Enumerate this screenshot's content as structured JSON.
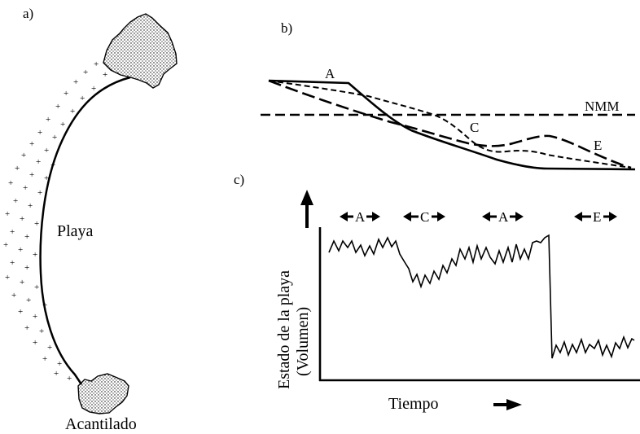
{
  "panels": {
    "a": {
      "label": "a)",
      "beach_label": "Playa",
      "cliff_label": "Acantilado"
    },
    "b": {
      "label": "b)",
      "profile_labels": [
        "A",
        "C",
        "E"
      ],
      "sea_level_label": "NMM"
    },
    "c": {
      "label": "c)",
      "y_axis_label_line1": "Estado de la playa",
      "y_axis_label_line2": "(Volumen)",
      "x_axis_label": "Tiempo",
      "state_segments": [
        "A",
        "C",
        "A",
        "E"
      ]
    }
  }
}
